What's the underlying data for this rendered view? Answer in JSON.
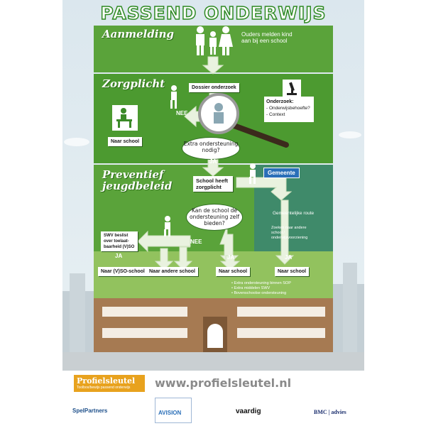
{
  "title": "PASSEND ONDERWIJS",
  "sections": {
    "aanmelding": "Aanmelding",
    "zorgplicht": "Zorgplicht",
    "preventief_1": "Preventief",
    "preventief_2": "jeugdbeleid"
  },
  "texts": {
    "ouders": "Ouders melden kind aan bij een school",
    "dossier": "Dossier onderzoek",
    "onderzoek_title": "Onderzoek:",
    "onderzoek_item1": "- Onderwijsbehoefte?",
    "onderzoek_item2": "- Context",
    "naar_school_top": "Naar school",
    "nee_top": "NEE",
    "extra_bubble": "Extra ondersteuning nodig?",
    "ja_top": "JA",
    "zorgplicht_box": "School heeft zorgplicht",
    "gemeente": "Gemeente",
    "kan_bubble": "Kan de school de ondersteuning zelf bieden?",
    "swv": "SWV beslist over toelaat-baarheid (V)SO",
    "gemeentelijke": "Gemeentelijke route",
    "zoeken": "Zoeken naar andere school / onderwijsvoorziening",
    "nee_mid": "NEE",
    "ja_left": "JA",
    "ja_center": "JA",
    "ja_right": "JA",
    "naar_vso": "Naar (V)SO-school",
    "naar_andere": "Naar andere school",
    "naar_school_c": "Naar school",
    "naar_school_r": "Naar school",
    "bullet1": "• Extra ondersteuning binnen SOP",
    "bullet2": "• Extra middelen SWV",
    "bullet3": "• Bovenschoolse ondersteuning"
  },
  "footer": {
    "brand": "Profielsleutel",
    "brand_sub": "Toolbox/bewijs passend onderwijs",
    "url": "www.profielsleutel.nl",
    "logo1": "SpelPartners",
    "logo2": "AVISION",
    "logo3": "vaardig",
    "logo4": "BMC | advies"
  },
  "colors": {
    "green_dark": "#4c9a30",
    "green_mid": "#5aa33a",
    "green_light": "#92c25e",
    "teal": "#3f8a6a",
    "gemeente_blue": "#2a6fb8",
    "brick": "#a67a52",
    "brand_orange": "#e8a21e"
  }
}
